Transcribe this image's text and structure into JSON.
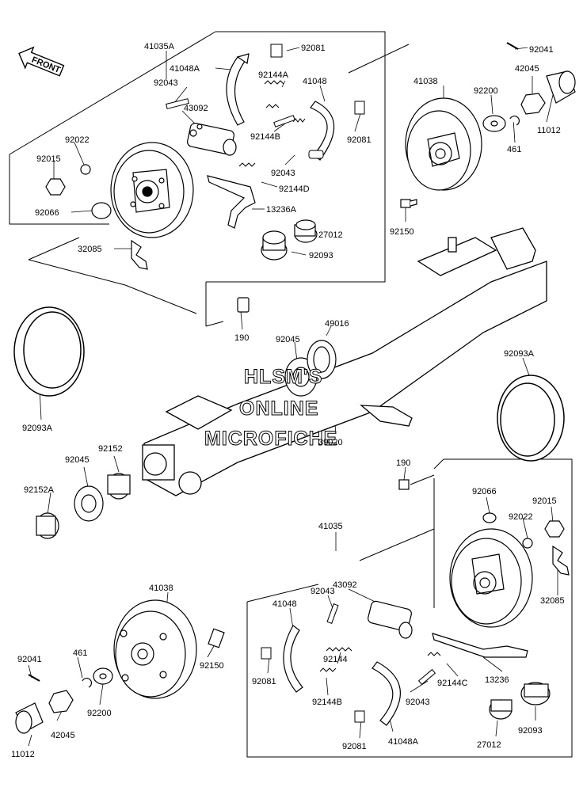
{
  "diagram": {
    "front_label": "FRONT",
    "watermark": [
      "HLSM'S",
      "ONLINE",
      "MICROFICHE"
    ],
    "part_labels": [
      {
        "id": "p-41035a",
        "text": "41035A"
      },
      {
        "id": "p-92081-top",
        "text": "92081"
      },
      {
        "id": "p-41048a-top",
        "text": "41048A"
      },
      {
        "id": "p-92043-top",
        "text": "92043"
      },
      {
        "id": "p-92144a",
        "text": "92144A"
      },
      {
        "id": "p-41048-top",
        "text": "41048"
      },
      {
        "id": "p-43092-top",
        "text": "43092"
      },
      {
        "id": "p-92144b-top",
        "text": "92144B"
      },
      {
        "id": "p-92081-mid",
        "text": "92081"
      },
      {
        "id": "p-92022-top",
        "text": "92022"
      },
      {
        "id": "p-92015-top",
        "text": "92015"
      },
      {
        "id": "p-92043-mid",
        "text": "92043"
      },
      {
        "id": "p-92144d",
        "text": "92144D"
      },
      {
        "id": "p-92066-top",
        "text": "92066"
      },
      {
        "id": "p-13236a",
        "text": "13236A"
      },
      {
        "id": "p-27012-top",
        "text": "27012"
      },
      {
        "id": "p-32085-top",
        "text": "32085"
      },
      {
        "id": "p-92093-top",
        "text": "92093"
      },
      {
        "id": "p-92041-top",
        "text": "92041"
      },
      {
        "id": "p-41038-top",
        "text": "41038"
      },
      {
        "id": "p-92200-top",
        "text": "92200"
      },
      {
        "id": "p-42045-top",
        "text": "42045"
      },
      {
        "id": "p-11012-top",
        "text": "11012"
      },
      {
        "id": "p-461-top",
        "text": "461"
      },
      {
        "id": "p-92150-top",
        "text": "92150"
      },
      {
        "id": "p-190-top",
        "text": "190"
      },
      {
        "id": "p-49016",
        "text": "49016"
      },
      {
        "id": "p-92045-mid",
        "text": "92045"
      },
      {
        "id": "p-92093a-right",
        "text": "92093A"
      },
      {
        "id": "p-92093a-left",
        "text": "92093A"
      },
      {
        "id": "p-39020",
        "text": "39020"
      },
      {
        "id": "p-92152",
        "text": "92152"
      },
      {
        "id": "p-92045-left",
        "text": "92045"
      },
      {
        "id": "p-92152a",
        "text": "92152A"
      },
      {
        "id": "p-190-bottom",
        "text": "190"
      },
      {
        "id": "p-41035",
        "text": "41035"
      },
      {
        "id": "p-92066-bottom",
        "text": "92066"
      },
      {
        "id": "p-92015-bottom",
        "text": "92015"
      },
      {
        "id": "p-92022-bottom",
        "text": "92022"
      },
      {
        "id": "p-32085-bottom",
        "text": "32085"
      },
      {
        "id": "p-41038-bottom",
        "text": "41038"
      },
      {
        "id": "p-41048-bottom",
        "text": "41048"
      },
      {
        "id": "p-92043-bottom-a",
        "text": "92043"
      },
      {
        "id": "p-43092-bottom",
        "text": "43092"
      },
      {
        "id": "p-92144",
        "text": "92144"
      },
      {
        "id": "p-92041-bottom",
        "text": "92041"
      },
      {
        "id": "p-461-bottom",
        "text": "461"
      },
      {
        "id": "p-92150-bottom",
        "text": "92150"
      },
      {
        "id": "p-92081-bottom-left",
        "text": "92081"
      },
      {
        "id": "p-92144c",
        "text": "92144C"
      },
      {
        "id": "p-13236",
        "text": "13236"
      },
      {
        "id": "p-92144b-bottom",
        "text": "92144B"
      },
      {
        "id": "p-92043-bottom-b",
        "text": "92043"
      },
      {
        "id": "p-92200-bottom",
        "text": "92200"
      },
      {
        "id": "p-42045-bottom",
        "text": "42045"
      },
      {
        "id": "p-11012-bottom",
        "text": "11012"
      },
      {
        "id": "p-92093-bottom",
        "text": "92093"
      },
      {
        "id": "p-27012-bottom",
        "text": "27012"
      },
      {
        "id": "p-92081-bottom-right",
        "text": "92081"
      },
      {
        "id": "p-41048a-bottom",
        "text": "41048A"
      }
    ]
  }
}
